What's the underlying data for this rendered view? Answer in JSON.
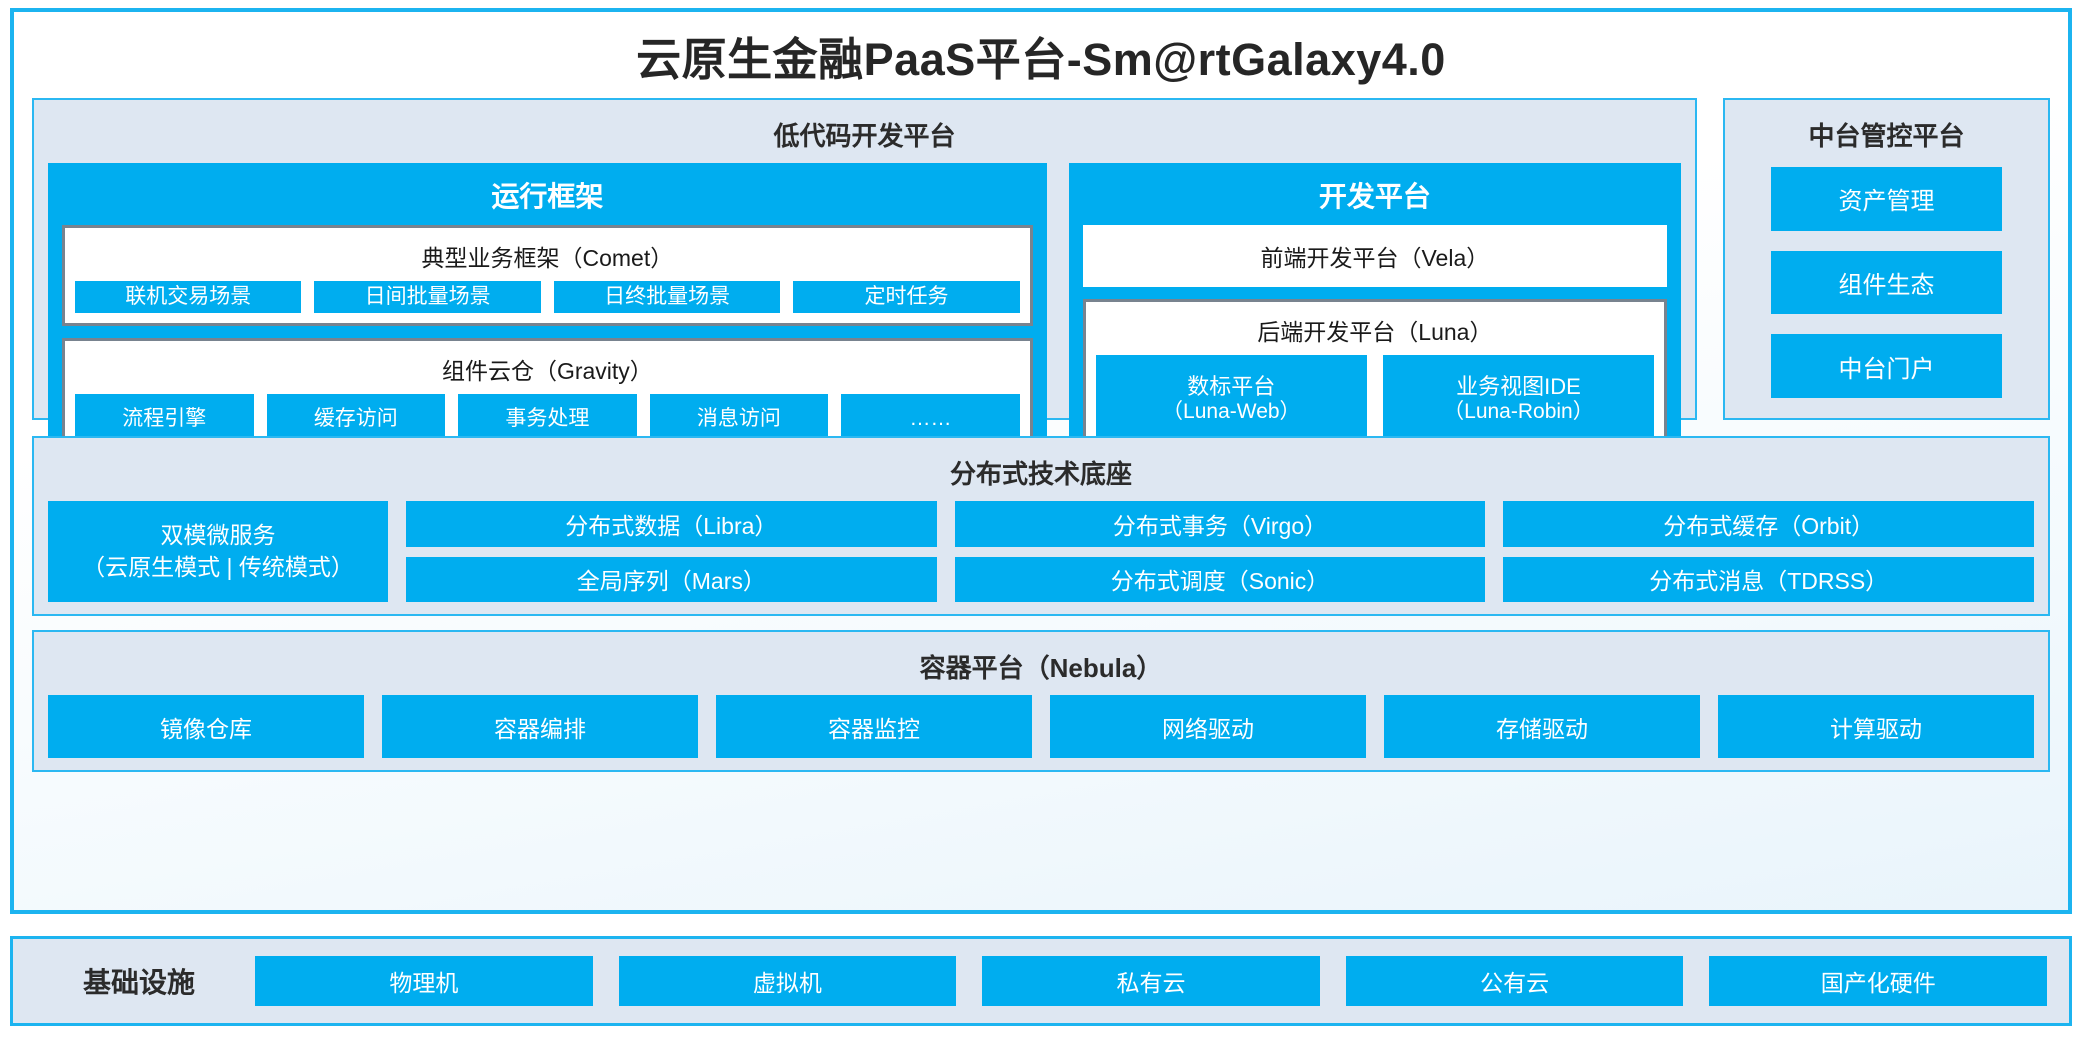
{
  "title": "云原生金融PaaS平台-Sm@rtGalaxy4.0",
  "colors": {
    "accent_blue": "#00ADEF",
    "frame_blue": "#1CB4F0",
    "panel_bg": "#DEE7F2",
    "inner_border_gray": "#78838F",
    "text_dark": "#262626"
  },
  "lowcode": {
    "title": "低代码开发平台",
    "runtime": {
      "title": "运行框架",
      "comet": {
        "title": "典型业务框架（Comet）",
        "items": [
          "联机交易场景",
          "日间批量场景",
          "日终批量场景",
          "定时任务"
        ]
      },
      "gravity": {
        "title": "组件云仓（Gravity）",
        "items": [
          "流程引擎",
          "缓存访问",
          "事务处理",
          "消息访问",
          "……"
        ]
      }
    },
    "devplatform": {
      "title": "开发平台",
      "frontend": "前端开发平台（Vela）",
      "backend": {
        "title": "后端开发平台（Luna）",
        "items": [
          {
            "name": "数标平台",
            "sub": "（Luna-Web）"
          },
          {
            "name": "业务视图IDE",
            "sub": "（Luna-Robin）"
          }
        ]
      }
    }
  },
  "management": {
    "title": "中台管控平台",
    "items": [
      "资产管理",
      "组件生态",
      "中台门户"
    ]
  },
  "distributed": {
    "title": "分布式技术底座",
    "wide": {
      "line1": "双模微服务",
      "line2": "（云原生模式 | 传统模式）"
    },
    "columns": [
      [
        "分布式数据（Libra）",
        "全局序列（Mars）"
      ],
      [
        "分布式事务（Virgo）",
        "分布式调度（Sonic）"
      ],
      [
        "分布式缓存（Orbit）",
        "分布式消息（TDRSS）"
      ]
    ]
  },
  "container": {
    "title": "容器平台（Nebula）",
    "items": [
      "镜像仓库",
      "容器编排",
      "容器监控",
      "网络驱动",
      "存储驱动",
      "计算驱动"
    ]
  },
  "infrastructure": {
    "label": "基础设施",
    "items": [
      "物理机",
      "虚拟机",
      "私有云",
      "公有云",
      "国产化硬件"
    ]
  }
}
